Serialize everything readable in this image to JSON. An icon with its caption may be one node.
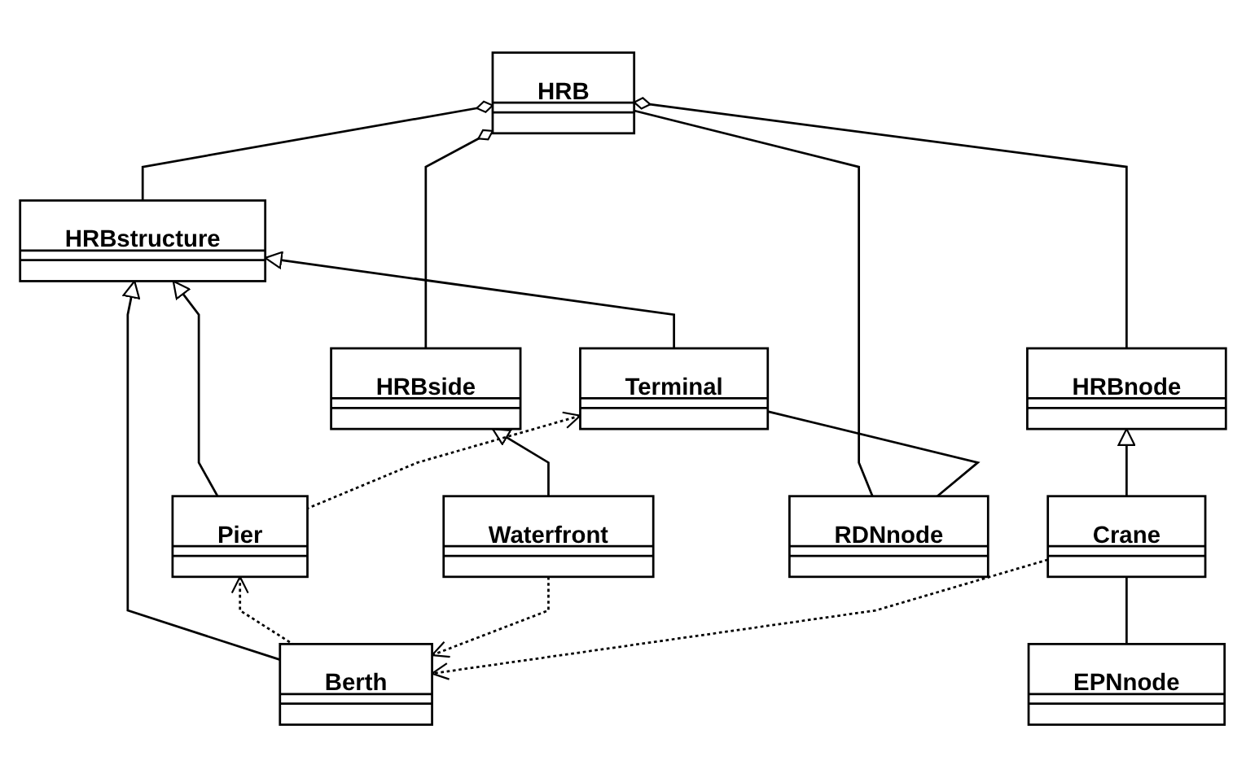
{
  "diagram": {
    "nodes": [
      {
        "text": [
          "HRB"
        ]
      },
      {
        "text": [
          "HRBstructure"
        ]
      },
      {
        "text": [
          "HRBside"
        ]
      },
      {
        "text": [
          "HRBnode"
        ]
      },
      {
        "text": [
          "Terminal"
        ]
      },
      {
        "text": [
          "Pier"
        ]
      },
      {
        "text": [
          "Berth"
        ]
      },
      {
        "text": [
          "Waterfront"
        ]
      },
      {
        "text": [
          "Crane"
        ]
      },
      {
        "text": [
          "EPNnode"
        ]
      },
      {
        "text": [
          "RDNnode"
        ]
      }
    ],
    "edges": [
      {
        "from": 0,
        "to": 1,
        "arrow": "other"
      },
      {
        "from": 0,
        "to": 2,
        "arrow": "other"
      },
      {
        "from": 0,
        "to": 3,
        "arrow": "other"
      },
      {
        "from": 0,
        "to": 10,
        "arrow": "none"
      },
      {
        "from": 4,
        "to": 1,
        "arrow": "to"
      },
      {
        "from": 5,
        "to": 1,
        "arrow": "to"
      },
      {
        "from": 6,
        "to": 1,
        "arrow": "to"
      },
      {
        "from": 7,
        "to": 2,
        "arrow": "to"
      },
      {
        "from": 8,
        "to": 3,
        "arrow": "to"
      },
      {
        "from": 8,
        "to": 9,
        "arrow": "none"
      },
      {
        "from": 5,
        "to": 4,
        "arrow": "to",
        "style": "dashed"
      },
      {
        "from": 6,
        "to": 5,
        "arrow": "to",
        "style": "dashed"
      },
      {
        "from": 7,
        "to": 6,
        "arrow": "to",
        "style": "dashed"
      },
      {
        "from": 8,
        "to": 6,
        "arrow": "to",
        "style": "dashed"
      },
      {
        "from": 4,
        "to": 10,
        "arrow": "none"
      }
    ]
  }
}
